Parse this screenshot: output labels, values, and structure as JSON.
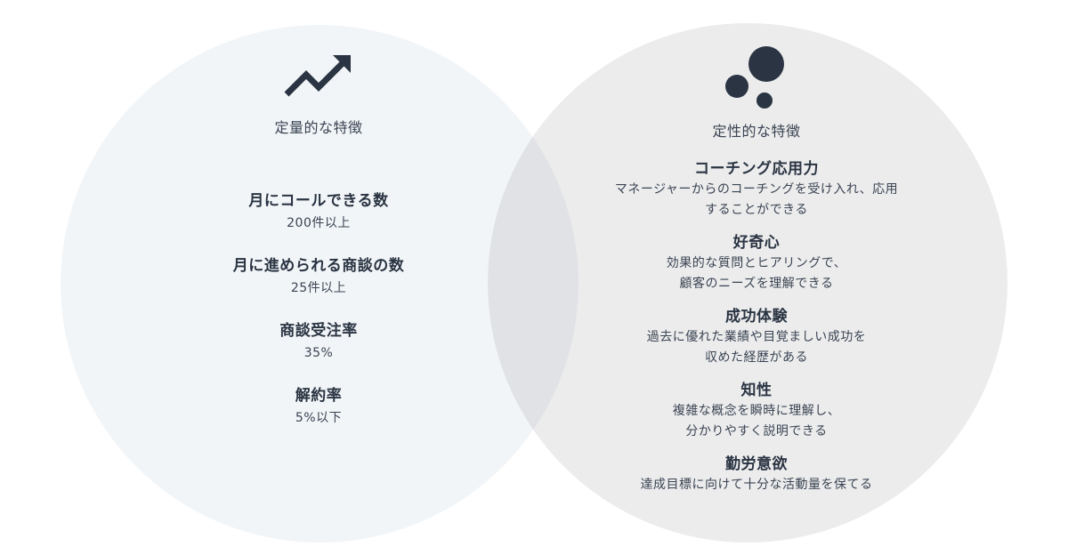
{
  "left": {
    "icon": "trending-up-icon",
    "title": "定量的な特徴",
    "items": [
      {
        "title": "月にコールできる数",
        "desc": "200件以上"
      },
      {
        "title": "月に進められる商談の数",
        "desc": "25件以上"
      },
      {
        "title": "商談受注率",
        "desc": "35%"
      },
      {
        "title": "解約率",
        "desc": "5%以下"
      }
    ]
  },
  "right": {
    "icon": "bubbles-icon",
    "title": "定性的な特徴",
    "items": [
      {
        "title": "コーチング応用力",
        "desc1": "マネージャーからのコーチングを受け入れ、応用",
        "desc2": "することができる"
      },
      {
        "title": "好奇心",
        "desc1": "効果的な質問とヒアリングで、",
        "desc2": "顧客のニーズを理解できる"
      },
      {
        "title": "成功体験",
        "desc1": "過去に優れた業績や目覚ましい成功を",
        "desc2": "収めた経歴がある"
      },
      {
        "title": "知性",
        "desc1": "複雑な概念を瞬時に理解し、",
        "desc2": "分かりやすく説明できる"
      },
      {
        "title": "勤労意欲",
        "desc1": "達成目標に向けて十分な活動量を保てる"
      }
    ]
  },
  "colors": {
    "left_circle": "#f2f5f8",
    "right_circle": "#ececed",
    "icon": "#2a3442",
    "text": "#2a3442"
  }
}
